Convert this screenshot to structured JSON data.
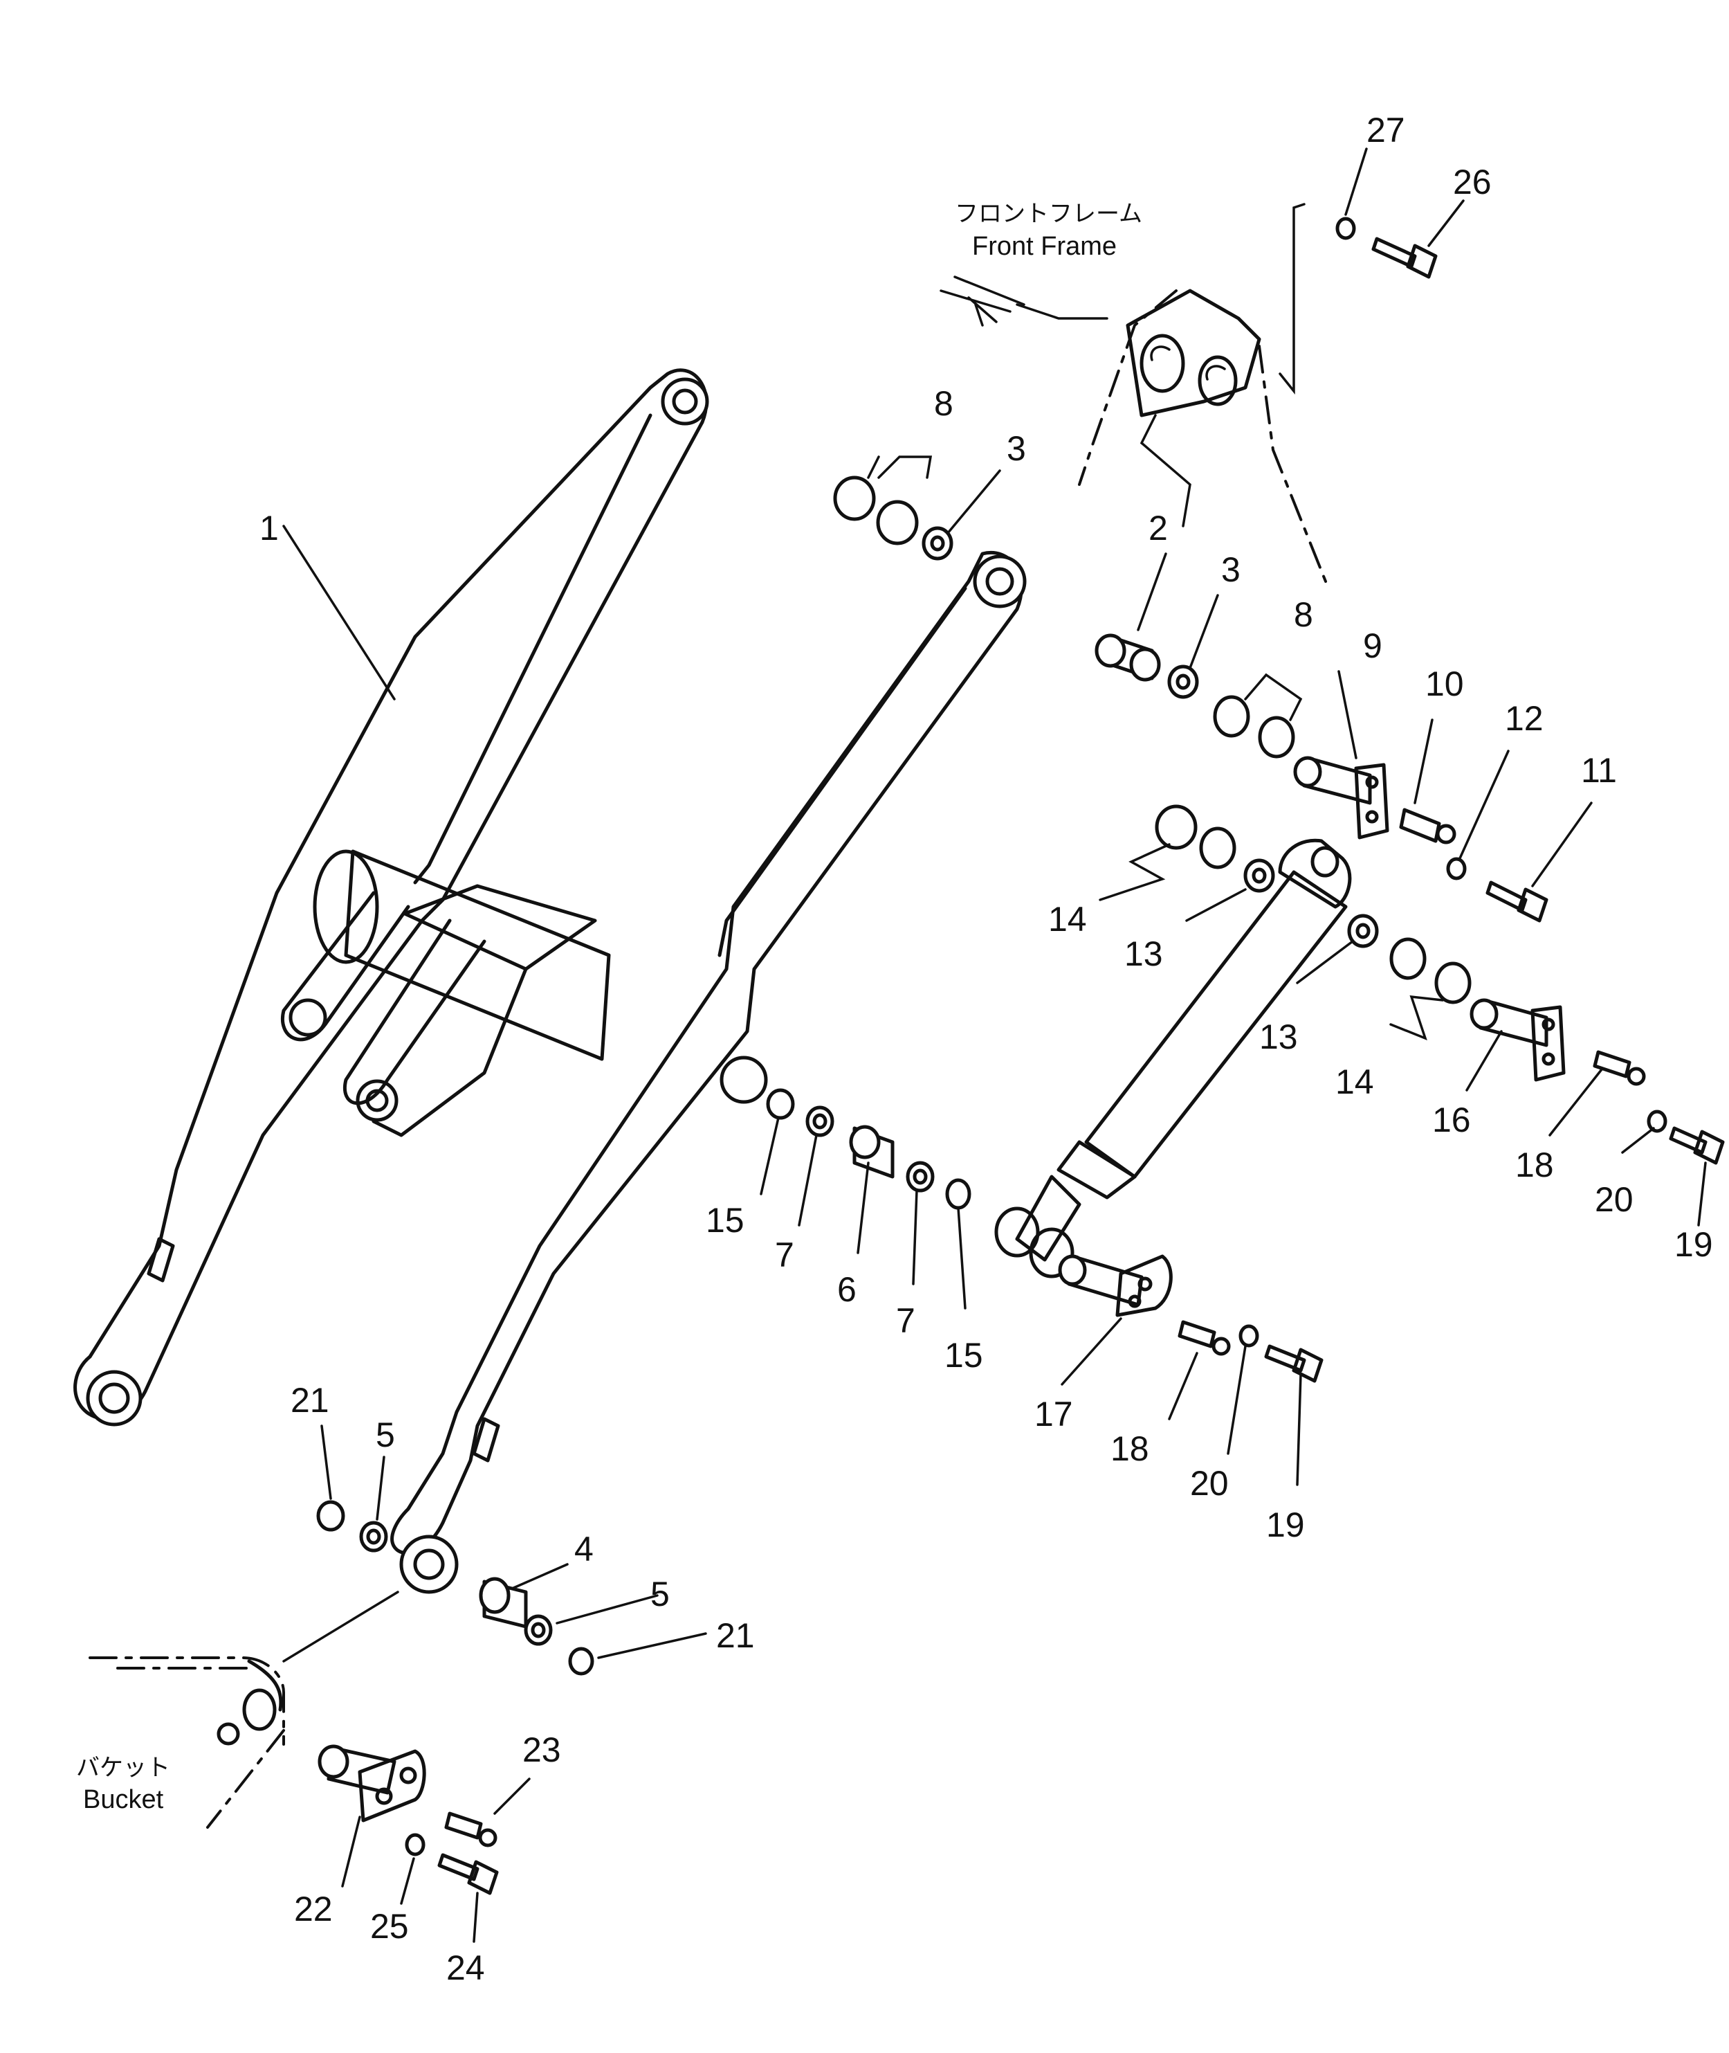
{
  "labels": {
    "front_frame_jp": "フロントフレーム",
    "front_frame_en": "Front Frame",
    "bucket_jp": "バケット",
    "bucket_en": "Bucket"
  },
  "callouts": [
    "1",
    "2",
    "3",
    "3",
    "4",
    "5",
    "5",
    "6",
    "7",
    "7",
    "8",
    "8",
    "9",
    "10",
    "11",
    "12",
    "13",
    "13",
    "14",
    "14",
    "15",
    "15",
    "16",
    "17",
    "18",
    "18",
    "19",
    "19",
    "20",
    "20",
    "21",
    "21",
    "22",
    "23",
    "24",
    "25",
    "26",
    "27"
  ]
}
